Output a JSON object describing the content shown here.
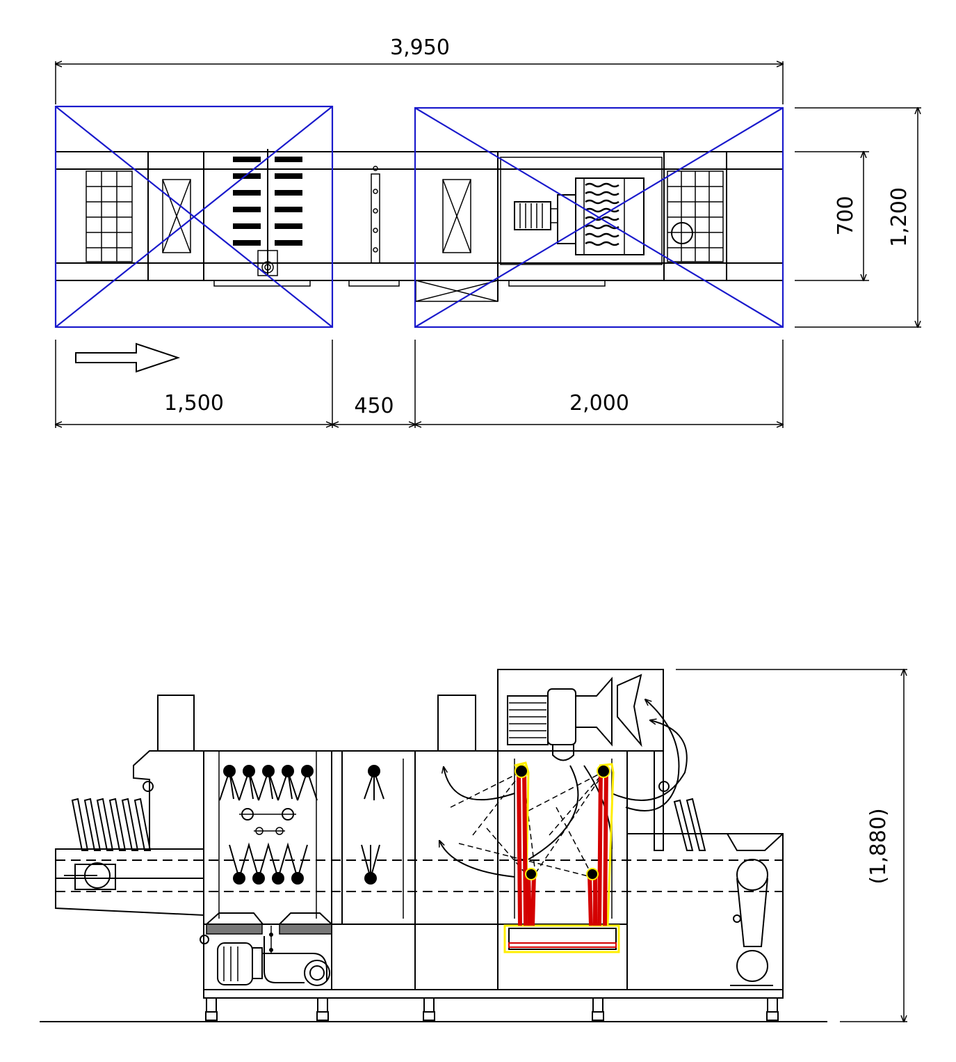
{
  "top_view": {
    "overall_length": "3,950",
    "section_left": "1,500",
    "section_gap": "450",
    "section_right": "2,000",
    "inner_width": "700",
    "outer_width": "1,200"
  },
  "side_view": {
    "overall_height": "(1,880)"
  },
  "colors": {
    "outline": "#000000",
    "module_box": "#1a1acc",
    "heater_element": "#d40000",
    "heater_highlight": "#ffee00"
  }
}
